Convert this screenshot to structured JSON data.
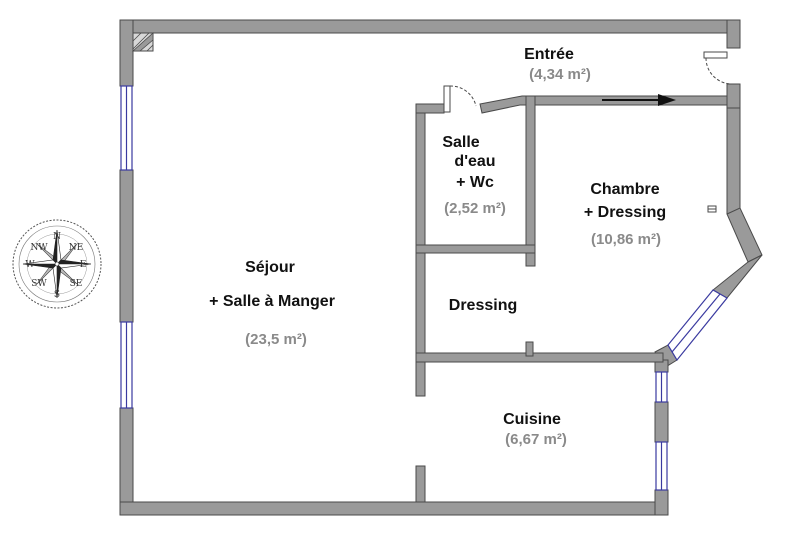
{
  "colors": {
    "wall_fill": "#9a9a9a",
    "wall_stroke": "#4a4a4a",
    "window_line": "#3a3aa0",
    "text_dark": "#111111",
    "text_area": "#8a8a8a"
  },
  "rooms": {
    "entree": {
      "name": "Entrée",
      "area": "(4,34 m²)"
    },
    "salle_eau": {
      "name_line1": "Salle",
      "name_line2": "d'eau",
      "name_line3": "+ Wc",
      "area": "(2,52 m²)"
    },
    "chambre": {
      "name_line1": "Chambre",
      "name_line2": "+ Dressing",
      "area": "(10,86 m²)"
    },
    "sejour": {
      "name_line1": "Séjour",
      "name_line2": "+ Salle à Manger",
      "area": "(23,5 m²)"
    },
    "dressing": {
      "name": "Dressing"
    },
    "cuisine": {
      "name": "Cuisine",
      "area": "(6,67 m²)"
    }
  },
  "compass": {
    "icon": "compass-rose-icon",
    "letters": {
      "n": "N",
      "e": "E",
      "s": "S",
      "w": "W",
      "nw": "NW",
      "ne": "NE",
      "se": "SE",
      "sw": "SW"
    }
  }
}
